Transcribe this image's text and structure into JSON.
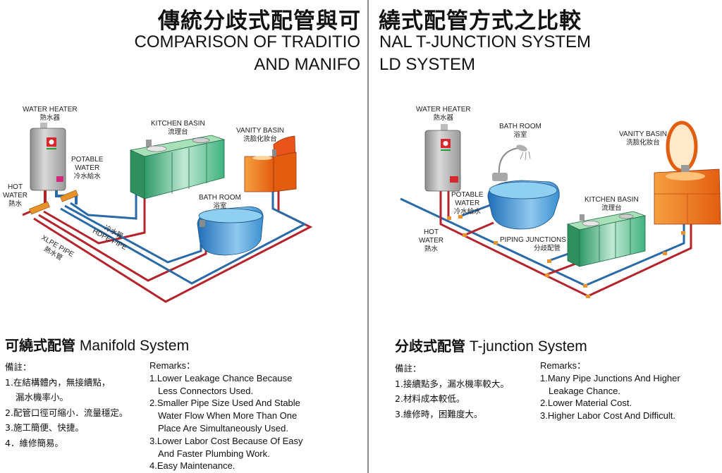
{
  "header": {
    "title_zh_left": "傳統分歧式配管與可",
    "title_zh_right": "繞式配管方式之比較",
    "title_en_line1_left": "COMPARISON OF TRADITIO",
    "title_en_line1_right": "NAL T-JUNCTION SYSTEM",
    "title_en_line2_left": "AND MANIFO",
    "title_en_line2_right": "LD SYSTEM"
  },
  "left_diagram": {
    "water_heater": {
      "en": "WATER HEATER",
      "zh": "熱水器"
    },
    "kitchen_basin": {
      "en": "KITCHEN BASIN",
      "zh": "流理台"
    },
    "vanity_basin": {
      "en": "VANITY BASIN",
      "zh": "洗臉化妝台"
    },
    "potable_water": {
      "en1": "POTABLE",
      "en2": "WATER",
      "zh": "冷水給水"
    },
    "hot_water": {
      "en1": "HOT",
      "en2": "WATER",
      "zh": "熱水"
    },
    "bath_room": {
      "en": "BATH ROOM",
      "zh": "浴室"
    },
    "hdpe_pipe": {
      "zh": "冷水管",
      "en": "HDPE PIPE"
    },
    "xlpe_pipe": {
      "en": "XLPE PIPE",
      "zh": "熱水管"
    }
  },
  "right_diagram": {
    "water_heater": {
      "en": "WATER HEATER",
      "zh": "熱水器"
    },
    "bath_room": {
      "en": "BATH ROOM",
      "zh": "浴室"
    },
    "vanity_basin": {
      "en": "VANITY BASIN",
      "zh": "洗臉化妝台"
    },
    "kitchen_basin": {
      "en": "KITCHEN BASIN",
      "zh": "流理台"
    },
    "potable_water": {
      "en1": "POTABLE",
      "en2": "WATER",
      "zh": "冷水給水"
    },
    "hot_water": {
      "en1": "HOT",
      "en2": "WATER",
      "zh": "熱水"
    },
    "piping_junctions": {
      "en": "PIPING JUNCTIONS",
      "zh": "分歧配管"
    }
  },
  "manifold": {
    "title_zh": "可繞式配管",
    "title_en": "Manifold System",
    "notes_heading": "備註：",
    "notes": [
      "1.在結構體內，無接續點，",
      "漏水機率小。",
      "2.配管口徑可縮小．流量穩定。",
      "3.施工簡便、快捷。",
      "4．維修簡易。"
    ],
    "remarks_heading": "Remarks：",
    "remarks": [
      "1.Lower Leakage Chance Because",
      "Less Connectors Used.",
      "2.Smaller Pipe Size Used And Stable",
      "Water Flow When More Than One",
      "Place Are Simultaneously Used.",
      "3.Lower Labor Cost Because Of Easy",
      "And Faster Plumbing Work.",
      "4.Easy Maintenance."
    ]
  },
  "tjunction": {
    "title_zh": "分歧式配管",
    "title_en": "T-junction System",
    "notes_heading": "備註：",
    "notes": [
      "1.接續點多，漏水機率較大。",
      "2.材料成本較低。",
      "3.維修時，困難度大。"
    ],
    "remarks_heading": "Remarks：",
    "remarks": [
      "1.Many Pipe Junctions And Higher",
      "Leakage Chance.",
      "2.Lower Material Cost.",
      "3.Higher Labor Cost And Difficult."
    ]
  },
  "colors": {
    "hot_pipe": "#b5232b",
    "cold_pipe": "#2a6aa8",
    "fitting": "#e8922a",
    "cabinet_green": "#3fb27f",
    "vanity_orange": "#f07a1a",
    "tub_blue": "#3a8fd0"
  }
}
